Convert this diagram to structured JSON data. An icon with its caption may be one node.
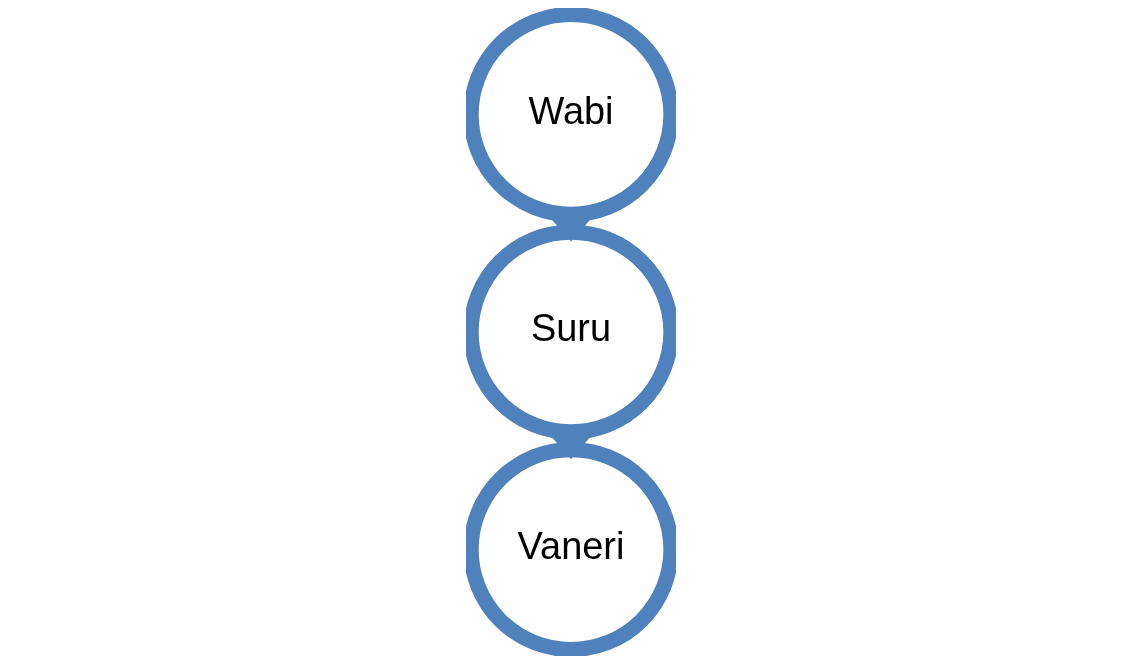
{
  "diagram": {
    "nodes": [
      {
        "text": [
          "Wabi"
        ]
      },
      {
        "text": [
          "Suru"
        ]
      },
      {
        "text": [
          "Vaneri"
        ]
      }
    ],
    "edges": [
      {
        "from": 0,
        "to": 1,
        "arrow": "to"
      },
      {
        "from": 1,
        "to": 2,
        "arrow": "to"
      }
    ]
  }
}
